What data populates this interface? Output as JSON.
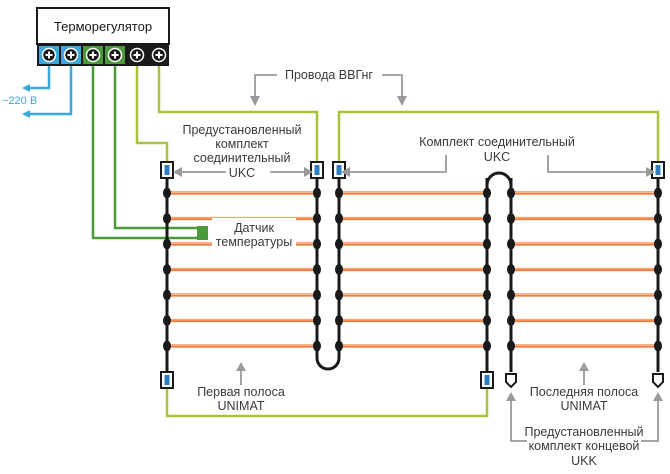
{
  "thermostat": {
    "title": "Терморегулятор",
    "terminals": [
      {
        "group": "power",
        "color": "#3aa8dd"
      },
      {
        "group": "power",
        "color": "#3aa8dd"
      },
      {
        "group": "sensor",
        "color": "#4a9a3a"
      },
      {
        "group": "sensor",
        "color": "#4a9a3a"
      },
      {
        "group": "load",
        "color": "#1a1a1a"
      },
      {
        "group": "load",
        "color": "#1a1a1a"
      }
    ]
  },
  "labels": {
    "voltage": "~220 В",
    "wires": "Провода ВВГнг",
    "preinstalled_joint_1": "Предустановленный",
    "preinstalled_joint_2": "комплект",
    "preinstalled_joint_3": "соединительный",
    "preinstalled_joint_4": "UKC",
    "sensor_1": "Датчик",
    "sensor_2": "температуры",
    "joint_kit_1": "Комплект соединительный",
    "joint_kit_2": "UKC",
    "first_strip_1": "Первая полоса",
    "first_strip_2": "UNIMAT",
    "last_strip_1": "Последняя полоса",
    "last_strip_2": "UNIMAT",
    "end_kit_1": "Предустановленный",
    "end_kit_2": "комплект концевой",
    "end_kit_3": "UKK"
  },
  "colors": {
    "power_wire": "#3aa8dd",
    "sensor_wire": "#4a9a3a",
    "supply_wire": "#a8c43a",
    "heating_cable": "#f07a3a",
    "bus": "#1a1a1a",
    "connector_fill": "#2f7ec4",
    "arrow": "#9a9a9a"
  },
  "mats": {
    "strips": 3,
    "cables_per_strip": 7
  }
}
